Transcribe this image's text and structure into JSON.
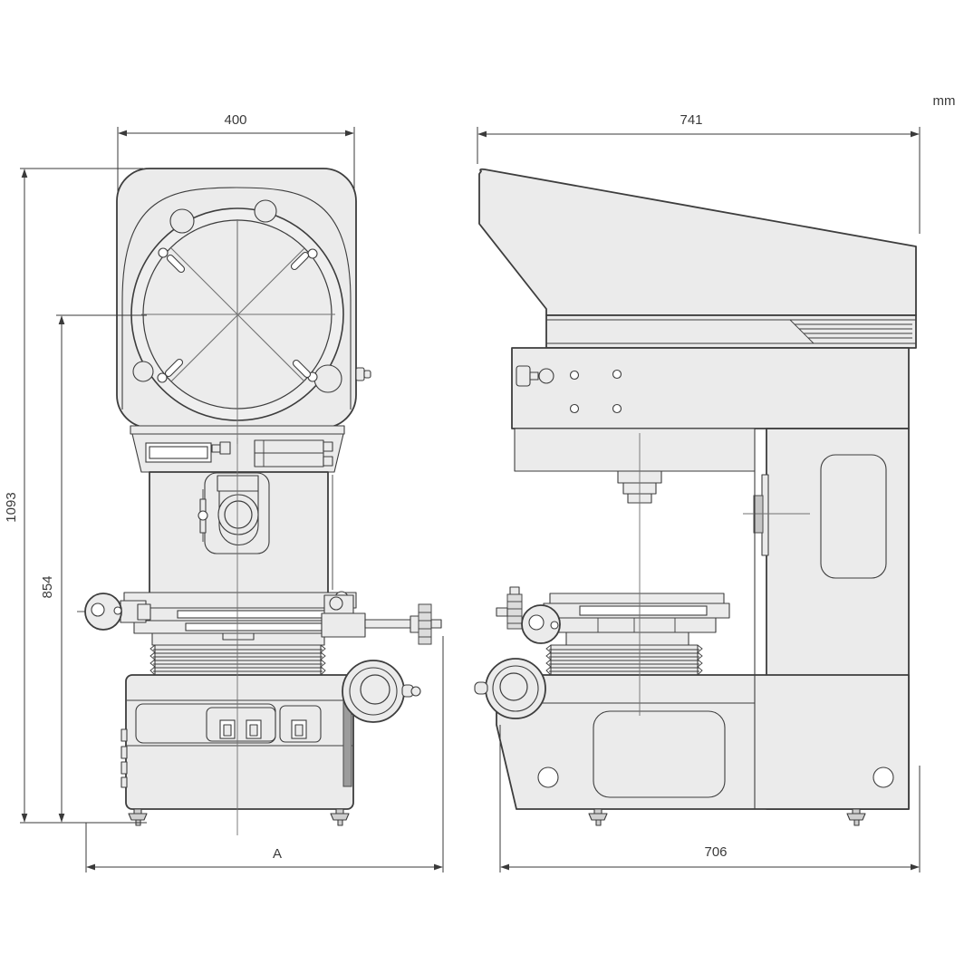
{
  "unit_label": "mm",
  "dimensions": {
    "front_width": "400",
    "side_depth": "741",
    "total_height": "1093",
    "screen_center_height": "854",
    "front_base_width": "A",
    "side_base_depth": "706"
  },
  "colors": {
    "line": "#3d3d3d",
    "body_fill": "#ebebeb",
    "dark_accent": "#9c9c9c",
    "background": "#ffffff"
  }
}
